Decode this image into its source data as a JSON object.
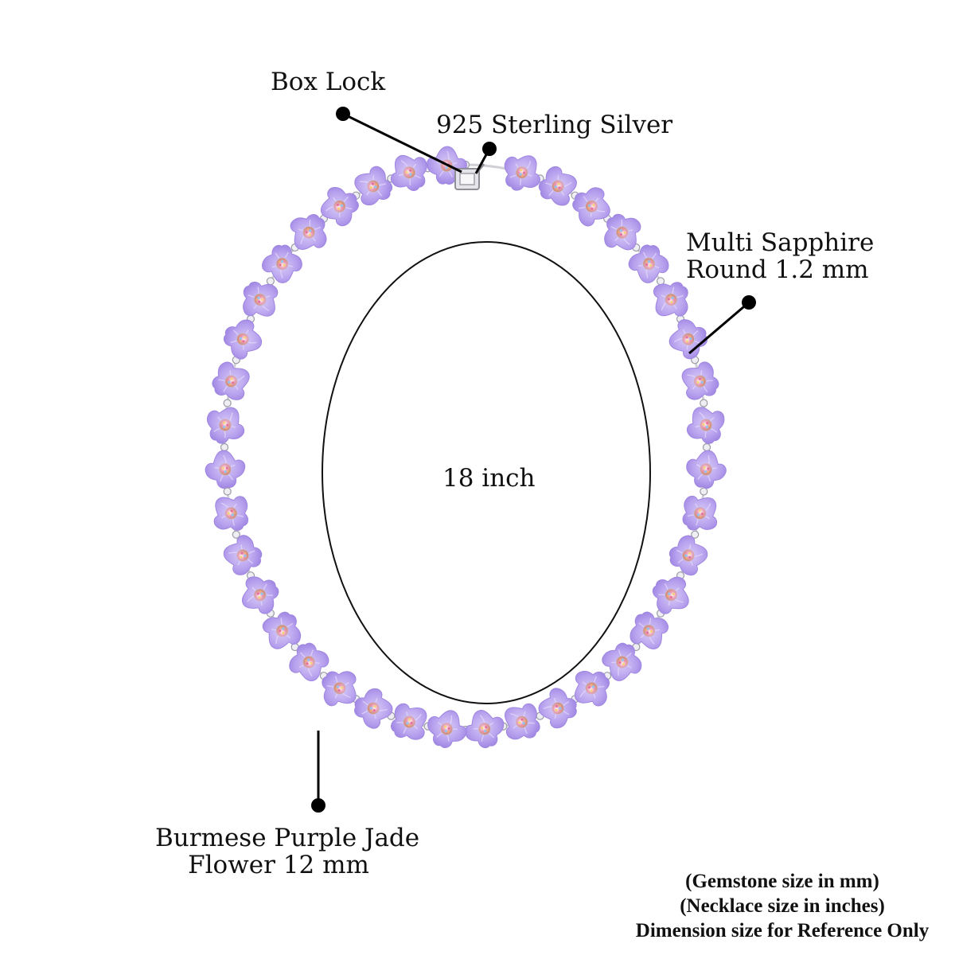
{
  "labels": {
    "box_lock": "Box Lock",
    "sterling_silver": "925 Sterling Silver",
    "multi_sapphire_line1": "Multi Sapphire",
    "multi_sapphire_line2": "Round 1.2 mm",
    "jade_line1": "Burmese Purple Jade",
    "jade_line2": "Flower 12 mm",
    "size": "18 inch"
  },
  "notes": {
    "line1": "(Gemstone size in mm)",
    "line2": "(Necklace size in inches)",
    "line3": "Dimension size for Reference Only"
  },
  "colors": {
    "jade": "#b9a3ef",
    "jade_dark": "#9c82e2",
    "silver": "#d9d9de",
    "text": "#111111",
    "sapphire_pink": "#e98fb5",
    "sapphire_gold": "#e0b86a"
  }
}
